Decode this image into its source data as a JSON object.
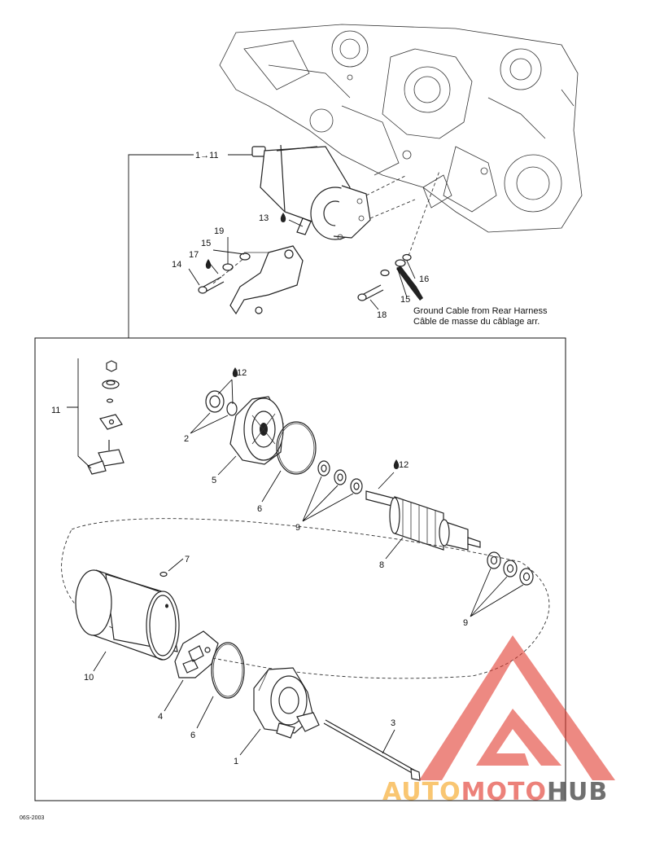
{
  "callouts": {
    "c1to11": "1→11",
    "c1": "1",
    "c2": "2",
    "c3": "3",
    "c4": "4",
    "c5": "5",
    "c6a": "6",
    "c6b": "6",
    "c7": "7",
    "c8": "8",
    "c9a": "9",
    "c9b": "9",
    "c10": "10",
    "c11": "11",
    "c12a": "12",
    "c12b": "12",
    "c13": "13",
    "c14": "14",
    "c15a": "15",
    "c15b": "15",
    "c16": "16",
    "c17": "17",
    "c18": "18",
    "c19": "19"
  },
  "notes": {
    "ground_en": "Ground Cable from Rear Harness",
    "ground_fr": "Câble de masse du câblage arr."
  },
  "figure_code": "06S-2003",
  "watermark": {
    "part1": "AUTO",
    "part2": "MOTO",
    "part3": "HUB",
    "color_orange": "#f5a623",
    "color_red": "#e23a2f",
    "color_dark": "#3a3a3a"
  },
  "icons": {
    "lubricant": "oil-drop-icon"
  }
}
